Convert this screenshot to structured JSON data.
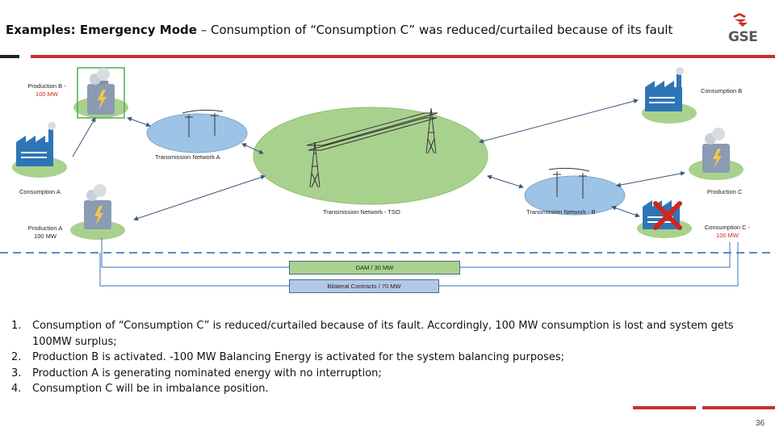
{
  "header": {
    "title_bold": "Examples: Emergency Mode",
    "title_rest": " – Consumption of “Consumption C” was reduced/curtailed because of its fault",
    "logo_text": "GSE"
  },
  "diagram": {
    "production_b": {
      "label": "Production B -",
      "value": "100 MW"
    },
    "consumption_b": {
      "label": "Consumption B"
    },
    "transmission_a": {
      "label": "Transmission Network A"
    },
    "consumption_a": {
      "label": "Consumption A"
    },
    "production_c": {
      "label": "Production C"
    },
    "tso": {
      "label": "Transmission Network - TSO"
    },
    "transmission_b": {
      "label": "Transmission Network - B"
    },
    "production_a": {
      "label": "Production A",
      "value": "100 MW"
    },
    "consumption_c": {
      "label": "Consumption C -",
      "value": "100 MW"
    },
    "dam": {
      "label": "DAM / 30 MW",
      "color": "#a9d18e"
    },
    "bilateral": {
      "label": "Bilateral Contracts / 70 MW",
      "color": "#b4c7e7"
    }
  },
  "steps": [
    {
      "num": "1.",
      "text": "Consumption of “Consumption C” is reduced/curtailed because of its fault. Accordingly, 100 MW consumption is lost and system gets 100MW surplus;"
    },
    {
      "num": "2.",
      "text": "Production B is activated. -100 MW Balancing Energy is activated for the system balancing purposes;"
    },
    {
      "num": "3.",
      "text": "Production A is generating nominated energy with no interruption;"
    },
    {
      "num": "4.",
      "text": "Consumption C will be in imbalance position."
    }
  ],
  "footer": {
    "page": "36"
  },
  "colors": {
    "accent_red": "#c8312a",
    "ellipse_blue": "#9dc3e6",
    "ellipse_green": "#a9d18e",
    "plant_blue": "#2e75b6",
    "highlight_red": "#d4251c"
  }
}
